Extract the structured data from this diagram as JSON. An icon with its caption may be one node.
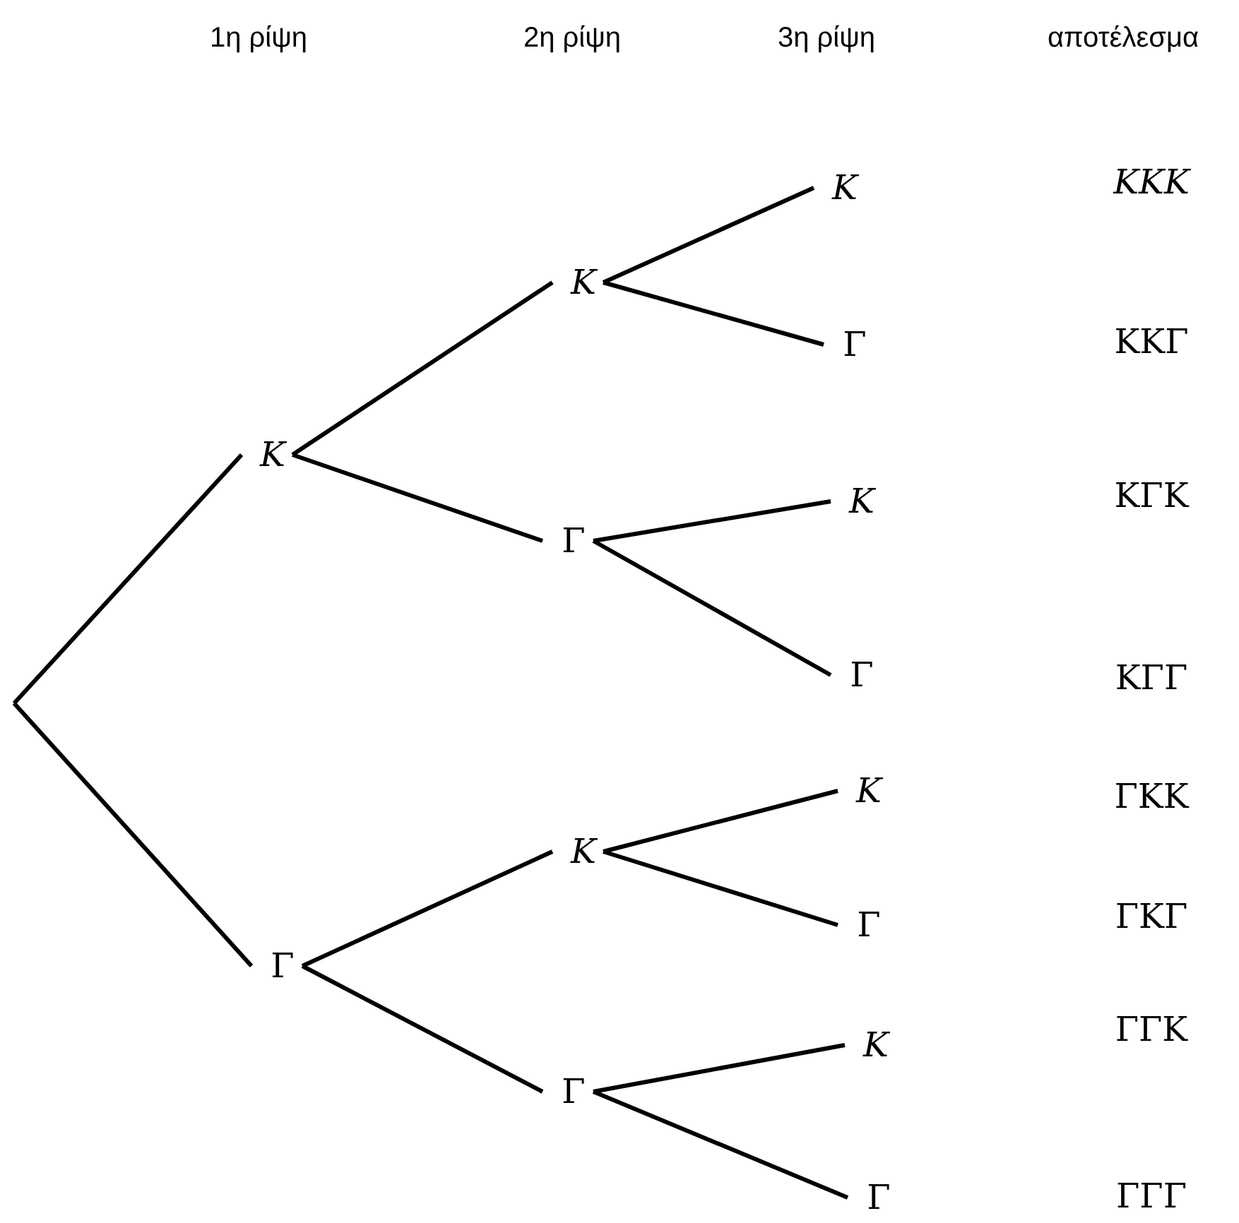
{
  "diagram": {
    "nodes": [
      {
        "text": [
          "*K*"
        ]
      },
      {
        "text": [
          "Γ"
        ]
      },
      {
        "text": [
          "*K*"
        ]
      },
      {
        "text": [
          "Γ"
        ]
      },
      {
        "text": [
          "*K*"
        ]
      },
      {
        "text": [
          "Γ"
        ]
      },
      {
        "text": [
          "*K*"
        ]
      },
      {
        "text": [
          "Γ"
        ]
      },
      {
        "text": [
          "*K*"
        ]
      },
      {
        "text": [
          "Γ"
        ]
      },
      {
        "text": [
          "*K*"
        ]
      },
      {
        "text": [
          "Γ"
        ]
      },
      {
        "text": [
          "*K*"
        ]
      },
      {
        "text": [
          "Γ"
        ]
      }
    ],
    "edges": [
      {
        "from": null,
        "to": 0,
        "arrow": "none"
      },
      {
        "from": null,
        "to": 1,
        "arrow": "none"
      },
      {
        "from": 0,
        "to": 2,
        "arrow": "none"
      },
      {
        "from": 0,
        "to": 3,
        "arrow": "none"
      },
      {
        "from": 1,
        "to": 4,
        "arrow": "none"
      },
      {
        "from": 1,
        "to": 5,
        "arrow": "none"
      },
      {
        "from": 2,
        "to": 6,
        "arrow": "none"
      },
      {
        "from": 2,
        "to": 7,
        "arrow": "none"
      },
      {
        "from": 3,
        "to": 8,
        "arrow": "none"
      },
      {
        "from": 3,
        "to": 9,
        "arrow": "none"
      },
      {
        "from": 4,
        "to": 10,
        "arrow": "none"
      },
      {
        "from": 4,
        "to": 11,
        "arrow": "none"
      },
      {
        "from": 5,
        "to": 12,
        "arrow": "none"
      },
      {
        "from": 5,
        "to": 13,
        "arrow": "none"
      }
    ],
    "labels": [
      "1η ρίψη",
      "2η ρίψη",
      "3η ρίψη",
      "αποτέλεσμα",
      "*KKK*",
      "KKΓ",
      "KΓK",
      "KΓΓ",
      "ΓKK",
      "ΓKΓ",
      "ΓΓK",
      "ΓΓΓ"
    ]
  }
}
